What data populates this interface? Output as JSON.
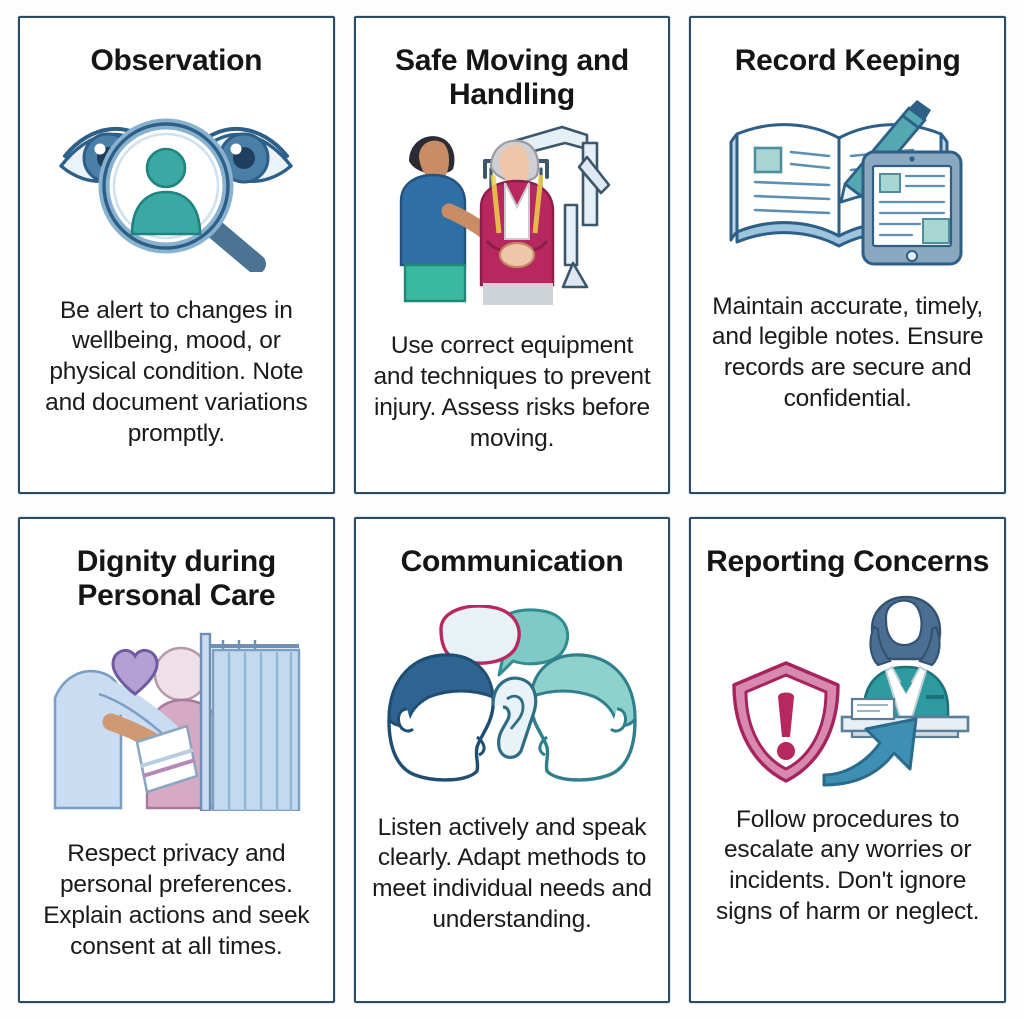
{
  "palette": {
    "card_border": "#2c4a63",
    "page_background": "#fdfdfd",
    "title_color": "#151515",
    "body_color": "#1b1b1b",
    "ink_blue": "#2e5f86",
    "mid_blue": "#4a7fa8",
    "light_blue": "#b9d3e8",
    "teal": "#3aa9a4",
    "light_teal": "#8fd2cd",
    "magenta": "#b7285f",
    "pink": "#c94d86",
    "purple": "#9a84c4",
    "skin": "#c98d66",
    "scrub_blue": "#2f6fa6",
    "scrub_teal": "#3bb8a0"
  },
  "cards": [
    {
      "id": "observation",
      "title": "Observation",
      "body": "Be alert to changes in wellbeing, mood, or physical condition. Note and document variations promptly.",
      "icon": "eyes-magnifier-icon"
    },
    {
      "id": "safe-moving-and-handling",
      "title": "Safe Moving and Handling",
      "body": "Use correct equipment and techniques to prevent injury. Assess risks before moving.",
      "icon": "carer-hoist-icon"
    },
    {
      "id": "record-keeping",
      "title": "Record Keeping",
      "body": "Maintain accurate, timely, and legible notes. Ensure records are secure and confidential.",
      "icon": "book-pen-tablet-icon"
    },
    {
      "id": "dignity-during-personal-care",
      "title": "Dignity during Personal Care",
      "body": "Respect privacy and personal preferences. Explain actions and seek consent at all times.",
      "icon": "curtain-towel-heart-icon"
    },
    {
      "id": "communication",
      "title": "Communication",
      "body": "Listen actively and speak clearly. Adapt methods to meet individual needs and understanding.",
      "icon": "two-heads-speech-ear-icon"
    },
    {
      "id": "reporting-concerns",
      "title": "Reporting Concerns",
      "body": "Follow procedures to escalate any worries or incidents. Don't ignore signs of harm or neglect.",
      "icon": "shield-alert-arrow-manager-icon"
    }
  ]
}
